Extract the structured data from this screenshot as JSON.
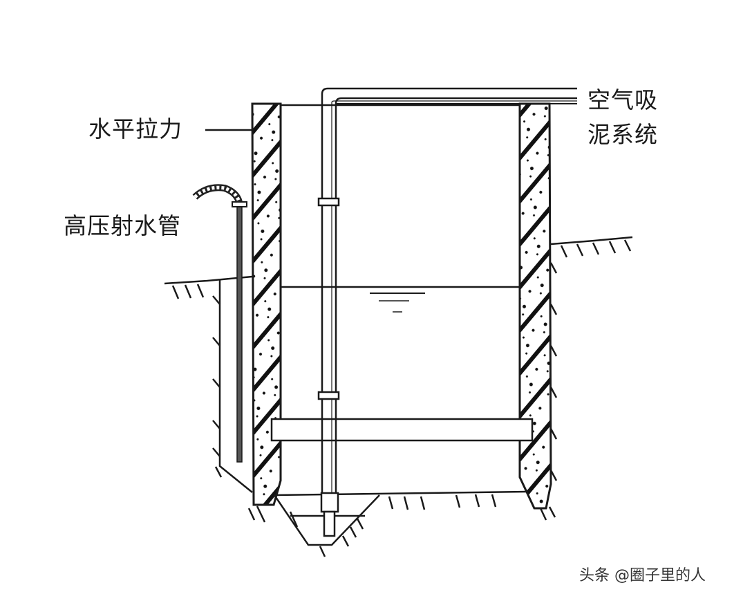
{
  "labels": {
    "horizontal_tension": "水平拉力",
    "high_pressure_jet_pipe": "高压射水管",
    "air_lift_line1": "空气吸",
    "air_lift_line2": "泥系统"
  },
  "watermark": "头条 @圈子里的人",
  "colors": {
    "line": "#1a1a1a",
    "background": "#ffffff"
  }
}
